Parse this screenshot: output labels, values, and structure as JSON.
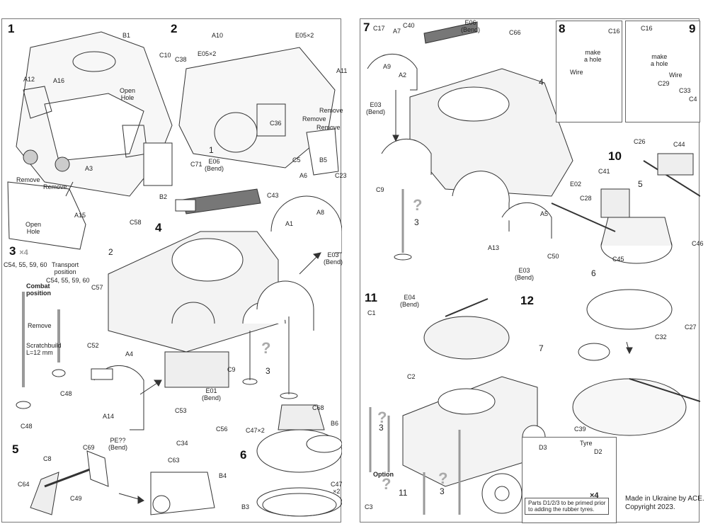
{
  "left": {
    "steps": {
      "s1": "1",
      "s2": "2",
      "s3": "3",
      "s3mult": "×4",
      "s4": "4",
      "s5": "5",
      "s6": "6"
    },
    "labels": {
      "B1": "B1",
      "A12": "A12",
      "A16": "A16",
      "open_hole_1": "Open\nHole",
      "remove_1": "Remove",
      "remove_2": "Remove",
      "A3": "A3",
      "A15": "A15",
      "B2": "B2",
      "open_hole_2": "Open\nHole",
      "A10": "A10",
      "E05a": "E05",
      "x2a": "×2",
      "C10": "C10",
      "C38": "C38",
      "E05b": "E05",
      "x2b": "×2",
      "A11": "A11",
      "remove_3": "Remove",
      "remove_4": "Remove",
      "remove_5": "Remove",
      "C36": "C36",
      "C5": "C5",
      "B5": "B5",
      "one": "1",
      "E06": "E06",
      "E06b": "(Bend)",
      "C71": "C71",
      "C43": "C43",
      "A6": "A6",
      "C23": "C23",
      "A8": "A8",
      "A1": "A1",
      "E03": "E03",
      "E03b": "(Bend)",
      "C58": "C58",
      "C57": "C57",
      "two": "2",
      "C54a": "C54, 55, 59, 60",
      "transport": "Transport\nposition",
      "C54b": "C54, 55, 59, 60",
      "combat": "Combat\nposition",
      "remove_6": "Remove",
      "scratch": "Scratchbuild\nL=12 mm",
      "C48a": "C48",
      "C48b": "C48",
      "C52": "C52",
      "A4": "A4",
      "A14": "A14",
      "PE": "PE??",
      "PEb": "(Bend)",
      "E01": "E01",
      "E01b": "(Bend)",
      "C9": "C9",
      "three": "3",
      "C8": "C8",
      "C69": "C69",
      "C64": "C64",
      "C49": "C49",
      "C53": "C53",
      "C56": "C56",
      "C34": "C34",
      "C63": "C63",
      "B4": "B4",
      "C68": "C68",
      "B6": "B6",
      "C47a": "C47",
      "x2c": "×2",
      "C47b": "C47",
      "x2d": "×2",
      "B3": "B3"
    }
  },
  "right": {
    "steps": {
      "s7": "7",
      "s8": "8",
      "s9": "9",
      "s10": "10",
      "s11": "11",
      "s12": "12"
    },
    "labels": {
      "C17": "C17",
      "A7": "A7",
      "C40": "C40",
      "E06": "E06",
      "E06b": "(Bend)",
      "C66": "C66",
      "A9": "A9",
      "A2": "A2",
      "E03a": "E03",
      "E03ab": "(Bend)",
      "four": "4",
      "E02": "E02",
      "C9": "C9",
      "three_a": "3",
      "A5": "A5",
      "A13": "A13",
      "C50": "C50",
      "E03b": "E03",
      "E03bb": "(Bend)",
      "C16a": "C16",
      "make_hole_a": "make\na hole",
      "wire_a": "Wire",
      "C16b": "C16",
      "make_hole_b": "make\na hole",
      "wire_b": "Wire",
      "C29": "C29",
      "C33": "C33",
      "C4": "C4",
      "C26": "C26",
      "C44": "C44",
      "C41": "C41",
      "five": "5",
      "C28": "C28",
      "C46": "C46",
      "C45": "C45",
      "six": "6",
      "C1": "C1",
      "E04": "E04",
      "E04b": "(Bend)",
      "C2": "C2",
      "three_b": "3",
      "seven": "7",
      "C32": "C32",
      "C27": "C27",
      "C39": "C39",
      "D3": "D3",
      "tyre": "Tyre",
      "D2": "D2",
      "x4": "×4",
      "option": "Option",
      "C3": "C3",
      "eleven": "11",
      "three_c": "3"
    },
    "note": "Parts D1/2/3 to be primed prior\nto adding the rubber tyres.",
    "footer": "Made in Ukraine by ACE.\nCopyright 2023."
  },
  "colors": {
    "line": "#333333",
    "gray": "#8a8a8a",
    "light": "#e6e6e6",
    "question": "#aaaaaa"
  }
}
